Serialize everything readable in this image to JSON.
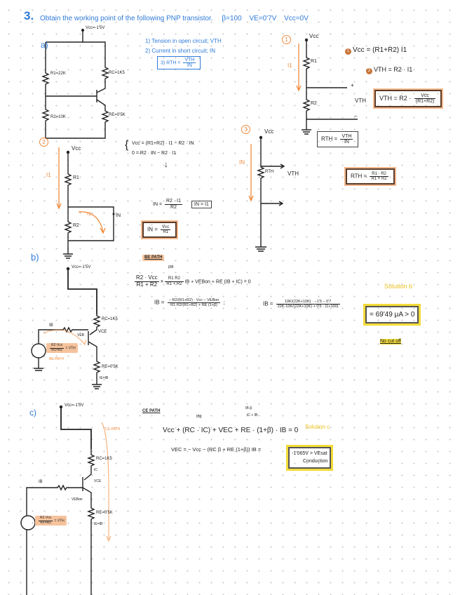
{
  "title": {
    "number": "3.",
    "text": "Obtain the working point of the following PNP transistor.",
    "beta": "β=100",
    "veb": "VE=0'7V",
    "vcc": "Vcc=0V"
  },
  "part_a": {
    "label": "a)",
    "vcc": "Vcc=-1'5V",
    "r1": "R1=22K",
    "r2": "R2=10K",
    "rc": "RC=1K5",
    "re": "RE=0'5K"
  },
  "steps": {
    "s1": "1) Tension in open circuit; VTH",
    "s2": "2) Current in short circuit; IN",
    "s3_prefix": "3) RTH =",
    "s3_num": "VTH",
    "s3_den": "IN"
  },
  "step1": {
    "marker": "1",
    "vcc": "Vcc",
    "r1": "R1",
    "r2": "R2",
    "i1": "I1",
    "vth": "VTH",
    "plus": "+",
    "minus": "−",
    "eq1_marker": "1",
    "eq1": "Vcc = (R1+R2) I1",
    "eq2_marker": "2",
    "eq2": "VTH = R2 · I1",
    "box_lhs": "VTH = R2 ·",
    "box_num": "Vcc",
    "box_den": "(R1+R2)"
  },
  "step2": {
    "marker": "2",
    "vcc": "Vcc",
    "r1": "R1",
    "r2": "R2",
    "i1": "I1",
    "i1b": "I1",
    "in": "IN",
    "sys1": "Vcc = (R1+R2) · I1 − R2 · IN",
    "sys2": "0 = R2 · IN − R2 · I1",
    "res_lhs": "IN =",
    "res_num": "R2 · I1",
    "res_den": "R2",
    "res_box": "IN = I1",
    "final_lhs": "IN =",
    "final_num": "Vcc",
    "final_den": "R1"
  },
  "step3": {
    "marker": "3",
    "vcc": "Vcc",
    "rth": "RTH",
    "vth": "VTH",
    "in": "IN",
    "box1_lhs": "RTH =",
    "box1_num": "VTH",
    "box1_den": "IN",
    "box2_lhs": "RTH =",
    "box2_num": "R1 · R2",
    "box2_den": "R1 + R2"
  },
  "part_b": {
    "label": "b)",
    "vcc": "Vcc=-1'5V",
    "rc": "RC=1K5",
    "re": "RE=0'5K",
    "ib": "IB",
    "vce": "VCE",
    "veb": "VEB",
    "ie": "IE=IB",
    "source_num": "R2·Vcc",
    "source_den": "R1+R2",
    "source_suffix": "= VTH",
    "path_arrow": "BE-PATH",
    "path_title": "BE PATH",
    "eq1_num1": "R2 · Vcc",
    "eq1_den1": "R1 + R2",
    "eq1_plus": "+",
    "eq1_num2": "R1 R2",
    "eq1_den2": "R1 + R2",
    "eq1_rest": "IB + VEBon + RE (IB + IC) = 0",
    "eq1_over": "βIB",
    "eq2_lhs": "IB =",
    "eq2_num": "− R2/(R1+R2) · Vcc − VEBon",
    "eq2_den": "R1·R2/(R1+R2) + RE (1+β)",
    "eq2_sep": ";",
    "eq3_lhs": "IB =",
    "eq3_num": "10K/(22K+10K) · −1'5 − 0'7",
    "eq3_den": "22K·10K/(22K+10K) + 0'5 · (1+100)",
    "solution_label": "Solution b",
    "solution": "= 69'49 μA > 0",
    "note": "No cut off"
  },
  "part_c": {
    "label": "c)",
    "vcc": "Vcc=-1'5V",
    "rc": "RC=1K5",
    "re": "RE=0'5K",
    "ib": "IB",
    "ic": "IC",
    "vce": "VCE",
    "veb": "VEBon",
    "ie": "IE=IB",
    "source_num": "R2·Vcc",
    "source_den": "R1+R2",
    "source_suffix": "= VTH",
    "path_arrow": "CE-PATH",
    "path_title": "CE PATH",
    "eq1": "Vcc + (RC · IC) + VEC + RE · (1+β) · IB = 0",
    "eq1_over1": "IBβ",
    "eq1_over2": "IC + IB",
    "eq1_over3": "IB·β",
    "eq2": "VEC = − Vcc − (RC β + RE (1+β)) IB =",
    "solution_label": "Solution c",
    "solution": "-1'065V > VEsat",
    "note": "Conduction"
  }
}
